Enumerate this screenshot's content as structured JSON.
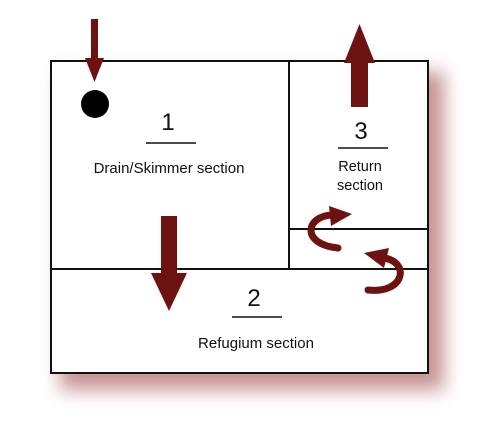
{
  "colors": {
    "arrow": "#6e1111",
    "outline": "#111111",
    "shadow": "#9a3b3b",
    "dot": "#000000"
  },
  "sections": {
    "drain": {
      "number": "1",
      "label": "Drain/Skimmer section"
    },
    "refugium": {
      "number": "2",
      "label": "Refugium section"
    },
    "return": {
      "number": "3",
      "label_line1": "Return",
      "label_line2": "section"
    }
  },
  "flow": {
    "inlet": "arrow-down",
    "drain_to_refugium": "arrow-down",
    "refugium_to_return": "curved-arrow",
    "outlet": "arrow-up"
  }
}
